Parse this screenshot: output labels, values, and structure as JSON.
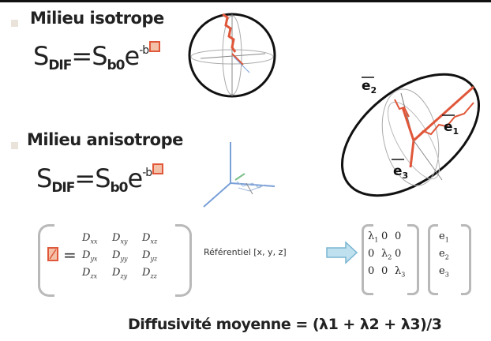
{
  "sections": {
    "isotropic": {
      "heading": "Milieu isotrope"
    },
    "anisotropic": {
      "heading": "Milieu anisotrope"
    }
  },
  "equation": {
    "signal": "S",
    "signal_sub": "DIF",
    "equals": "=S",
    "b0_sub": "b0",
    "exp": "e",
    "exponent": "-b"
  },
  "tensor": {
    "equals": "=",
    "rows": [
      [
        "D",
        "D",
        "D"
      ],
      [
        "D",
        "D",
        "D"
      ],
      [
        "D",
        "D",
        "D"
      ]
    ],
    "subs": [
      [
        "xx",
        "xy",
        "xz"
      ],
      [
        "yx",
        "yy",
        "yz"
      ],
      [
        "zx",
        "zy",
        "zz"
      ]
    ],
    "reference_label": "Référentiel [x, y, z]"
  },
  "eigen_matrix": {
    "rows": [
      [
        "λ",
        "0",
        "0"
      ],
      [
        "0",
        "λ",
        "0"
      ],
      [
        "0",
        "0",
        "λ"
      ]
    ],
    "subs": [
      [
        "1",
        "",
        ""
      ],
      [
        "",
        "2",
        ""
      ],
      [
        "",
        "",
        "3"
      ]
    ]
  },
  "eigen_vectors": {
    "symbol": "e",
    "subs": [
      "1",
      "2",
      "3"
    ]
  },
  "ellipsoid_labels": {
    "e1": "e",
    "e1_sub": "1",
    "e2": "e",
    "e2_sub": "2",
    "e3": "e",
    "e3_sub": "3"
  },
  "footer": {
    "text": "Diffusivité moyenne = (λ1 + λ2 + λ3)/3"
  },
  "colors": {
    "accent": "#e0573a",
    "axis_blue": "#7aa0d8",
    "dark": "#111111"
  }
}
